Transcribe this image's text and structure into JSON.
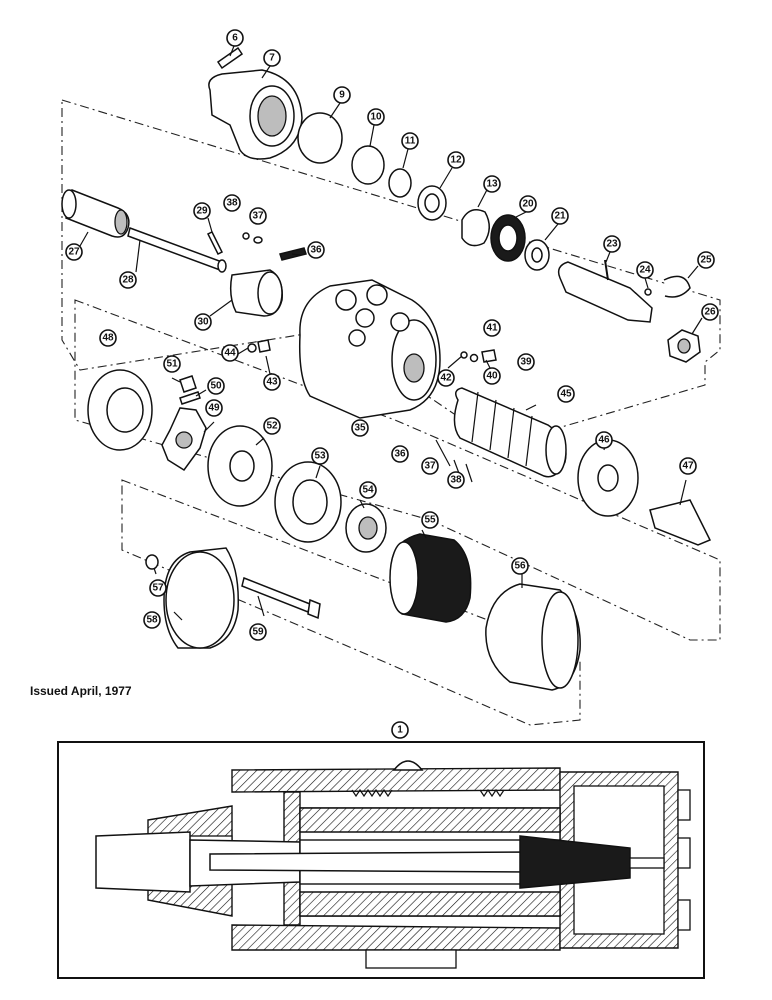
{
  "issued_text": "Issued April, 1977",
  "section_callout": "1",
  "callouts": [
    "6",
    "7",
    "9",
    "10",
    "11",
    "12",
    "13",
    "20",
    "21",
    "23",
    "24",
    "25",
    "26",
    "27",
    "28",
    "29",
    "30",
    "35",
    "36",
    "37",
    "38",
    "39",
    "40",
    "41",
    "42",
    "43",
    "44",
    "45",
    "46",
    "47",
    "48",
    "49",
    "50",
    "51",
    "52",
    "53",
    "54",
    "55",
    "56",
    "57",
    "58",
    "59",
    "36",
    "37",
    "38"
  ]
}
